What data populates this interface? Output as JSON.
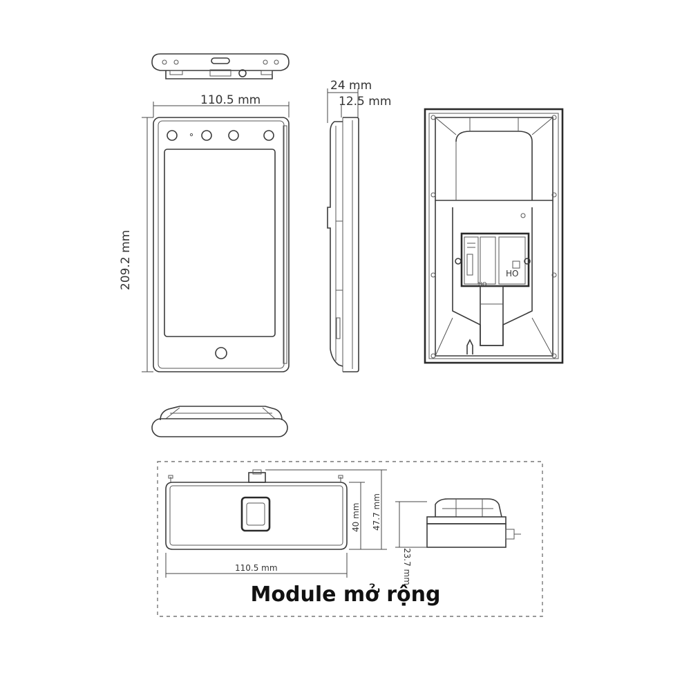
{
  "dimensions": {
    "front_width": "110.5 mm",
    "front_height": "209.2 mm",
    "side_total_depth": "24 mm",
    "side_body_depth": "12.5 mm",
    "module_width": "110.5 mm",
    "module_body_height": "40 mm",
    "module_total_height": "47.7 mm",
    "module_depth": "23.7 mm"
  },
  "module_caption": "Module mở rộng",
  "back_view": {
    "port_label_1": "HO",
    "port_label_2": "HO"
  }
}
